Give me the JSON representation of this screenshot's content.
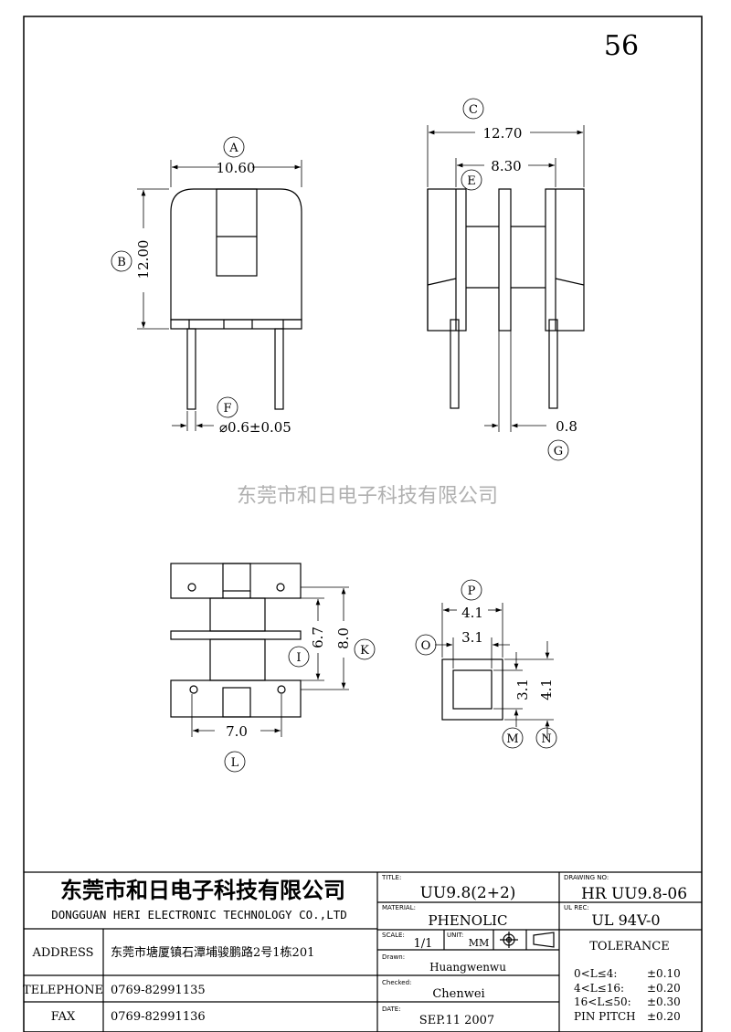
{
  "page_number": "56",
  "watermark": "东莞市和日电子科技有限公司",
  "dims": {
    "A": "A",
    "A_val": "10.60",
    "B": "B",
    "B_val": "12.00",
    "C": "C",
    "C_val": "12.70",
    "E": "E",
    "E_val": "8.30",
    "F": "F",
    "F_val": "⌀0.6±0.05",
    "G": "G",
    "G_val": "0.8",
    "I": "I",
    "I_val": "6.7",
    "K": "K",
    "K_val": "8.0",
    "L": "L",
    "L_val": "7.0",
    "P": "P",
    "P_val": "4.1",
    "O": "O",
    "O_val": "3.1",
    "M": "M",
    "M_val": "3.1",
    "N": "N",
    "N_val": "4.1"
  },
  "title_block": {
    "company_cn": "东莞市和日电子科技有限公司",
    "company_en": "DONGGUAN HERI ELECTRONIC TECHNOLOGY CO.,LTD",
    "address_label": "ADDRESS",
    "address_value": "东莞市塘厦镇石潭埔骏鹏路2号1栋201",
    "telephone_label": "TELEPHONE",
    "telephone_value": "0769-82991135",
    "fax_label": "FAX",
    "fax_value": "0769-82991136",
    "title_label": "TITLE:",
    "title_value": "UU9.8(2+2)",
    "material_label": "MATERIAL:",
    "material_value": "PHENOLIC",
    "scale_label": "SCALE:",
    "scale_value": "1/1",
    "unit_label": "UNIT:",
    "unit_value": "MM",
    "drawn_label": "Drawn:",
    "drawn_value": "Huangwenwu",
    "checked_label": "Checked:",
    "checked_value": "Chenwei",
    "date_label": "DATE:",
    "date_value": "SEP.11 2007",
    "drawing_no_label": "DRAWING NO:",
    "drawing_no_value": "HR UU9.8-06",
    "ul_label": "UL REC:",
    "ul_value": "UL  94V-0",
    "tolerance_title": "TOLERANCE",
    "tol1_range": "0<L≤4:",
    "tol1_value": "±0.10",
    "tol2_range": "4<L≤16:",
    "tol2_value": "±0.20",
    "tol3_range": "16<L≤50:",
    "tol3_value": "±0.30",
    "tol4_range": "PIN PITCH",
    "tol4_value": "±0.20"
  }
}
